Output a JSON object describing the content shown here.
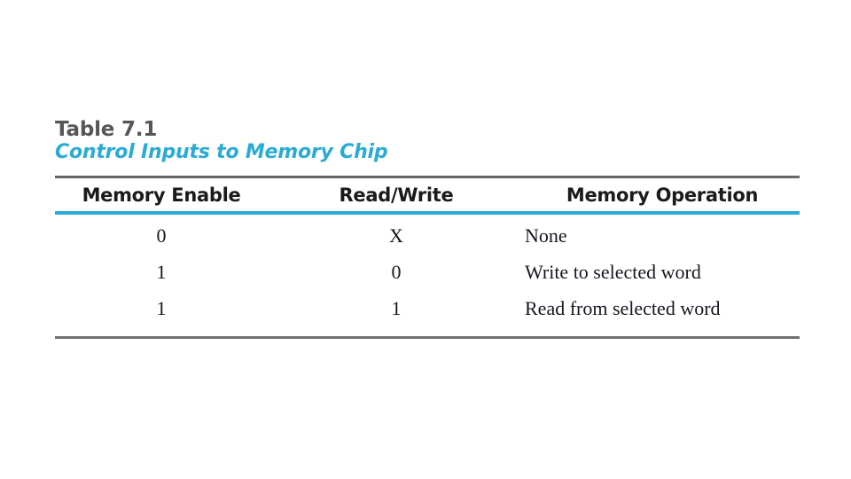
{
  "figure": {
    "number_label": "Table 7.1",
    "caption": "Control Inputs to Memory Chip",
    "number_color": "#575757",
    "caption_color": "#29abd4",
    "rule_top_color": "#666666",
    "rule_accent_color": "#29abd4",
    "rule_bottom_color": "#707070",
    "background_color": "#ffffff"
  },
  "table": {
    "columns": [
      {
        "header": "Memory Enable",
        "align": "center"
      },
      {
        "header": "Read/Write",
        "align": "center"
      },
      {
        "header": "Memory Operation",
        "align": "left"
      }
    ],
    "rows": [
      {
        "memory_enable": "0",
        "read_write": "X",
        "memory_operation": "None"
      },
      {
        "memory_enable": "1",
        "read_write": "0",
        "memory_operation": "Write to selected word"
      },
      {
        "memory_enable": "1",
        "read_write": "1",
        "memory_operation": "Read from selected word"
      }
    ]
  }
}
